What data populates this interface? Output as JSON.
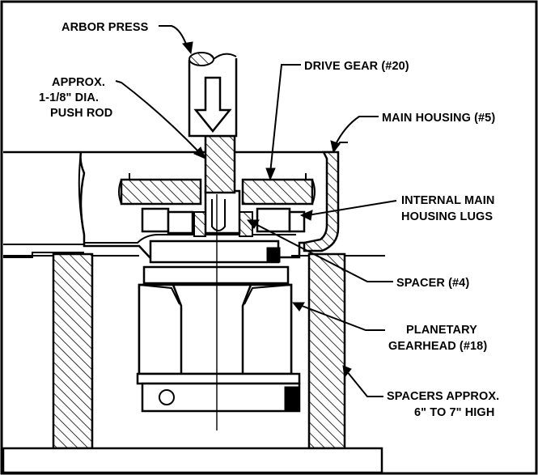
{
  "labels": {
    "arbor_press": "ARBOR PRESS",
    "push_rod_1": "APPROX.",
    "push_rod_2": "1-1/8\" DIA.",
    "push_rod_3": "PUSH ROD",
    "drive_gear": "DRIVE GEAR (#20)",
    "main_housing": "MAIN HOUSING (#5)",
    "internal_lugs_1": "INTERNAL MAIN",
    "internal_lugs_2": "HOUSING LUGS",
    "spacer": "SPACER (#4)",
    "planetary_1": "PLANETARY",
    "planetary_2": "GEARHEAD (#18)",
    "spacers_high_1": "SPACERS APPROX.",
    "spacers_high_2": "6\" TO 7\" HIGH"
  }
}
